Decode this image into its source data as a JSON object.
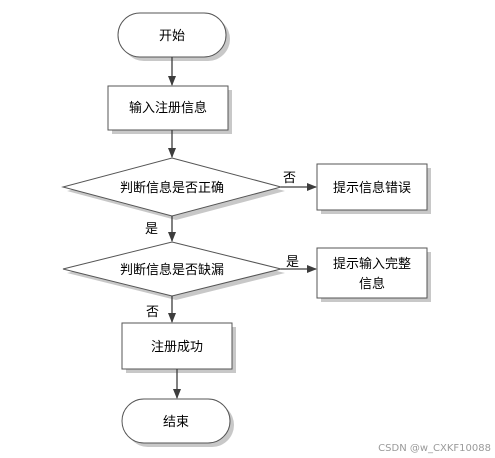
{
  "nodes": {
    "start": "开始",
    "input": "输入注册信息",
    "check_correct": "判断信息是否正确",
    "error_tip": "提示信息错误",
    "check_missing": "判断信息是否缺漏",
    "complete_tip_line1": "提示输入完整",
    "complete_tip_line2": "信息",
    "success": "注册成功",
    "end": "结束"
  },
  "edges": {
    "correct_no": "否",
    "correct_yes": "是",
    "missing_yes": "是",
    "missing_no": "否"
  },
  "watermark": "CSDN @w_CXKF10088",
  "colors": {
    "stroke": "#555555",
    "shadow": "#c8c8c8",
    "arrow": "#3d3d3d",
    "watermark": "#9a9a9a"
  }
}
